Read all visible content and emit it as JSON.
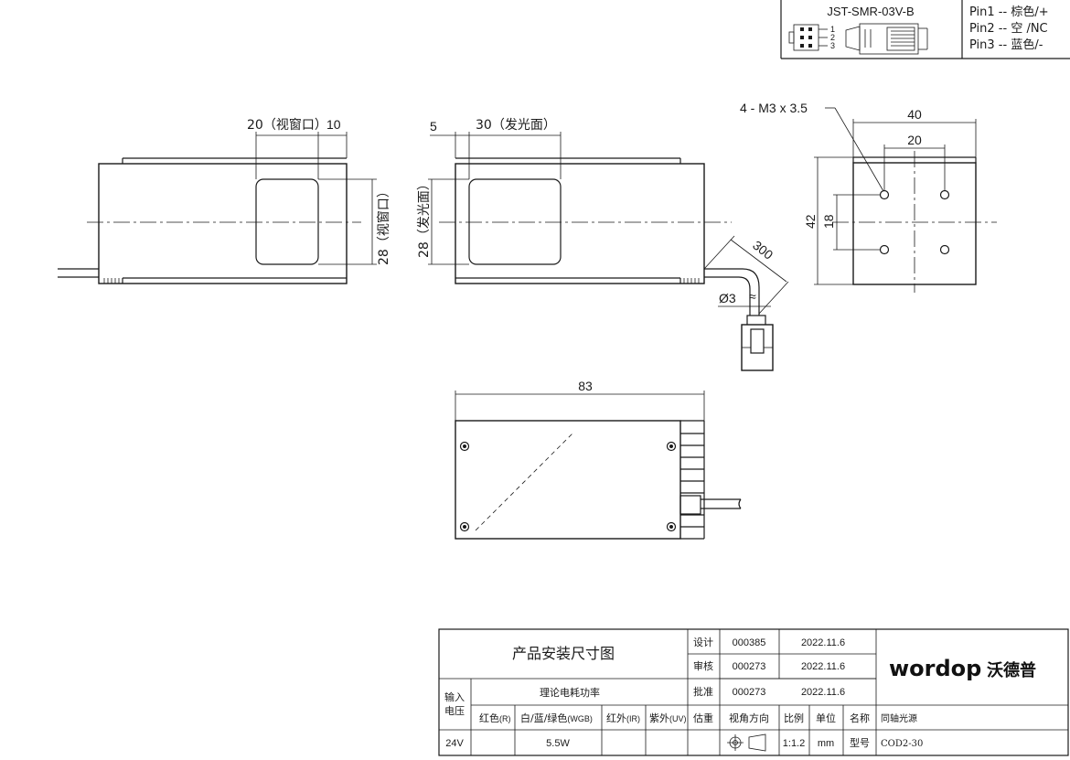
{
  "connector": {
    "part_number": "JST-SMR-03V-B",
    "pin_numbers": [
      "1",
      "2",
      "3"
    ],
    "pins": [
      "Pin1 -- 棕色/+",
      "Pin2 -- 空  /NC",
      "Pin3 -- 蓝色/-"
    ]
  },
  "front_view": {
    "dim_window": "20（视窗口）",
    "dim_offset": "10",
    "dim_height": "28（视窗口）"
  },
  "side_view": {
    "dim_offset": "5",
    "dim_emit": "30（发光面）",
    "dim_height": "28（发光面）",
    "dim_cable_length": "300",
    "dim_cable_diameter": "Ø3"
  },
  "end_view": {
    "screw_note": "4 -  M3 x 3.5",
    "dim_width": "40",
    "dim_hole_spacing_x": "20",
    "dim_height": "42",
    "dim_hole_spacing_y": "18"
  },
  "top_view": {
    "dim_length": "83"
  },
  "title_block": {
    "drawing_title": "产品安装尺寸图",
    "roles": [
      "设计",
      "审核",
      "批准"
    ],
    "codes": [
      "000385",
      "000273",
      "000273"
    ],
    "dates": [
      "2022.11.6",
      "2022.11.6",
      "2022.11.6"
    ],
    "input_voltage_label": [
      "输入",
      "电压"
    ],
    "power_header": "理论电耗功率",
    "color_columns": [
      "红色",
      "白/蓝/绿色",
      "红外",
      "紫外"
    ],
    "color_suffixes": [
      "(R)",
      "(WGB)",
      "(IR)",
      "(UV)"
    ],
    "col_estimate": "估重",
    "col_view_dir": "视角方向",
    "col_scale": "比例",
    "col_unit": "单位",
    "col_name": "名称",
    "name_value": "同轴光源",
    "voltage_value": "24V",
    "power_value": "5.5W",
    "scale_value": "1:1.2",
    "unit_value": "mm",
    "model_label": "型号",
    "model_value": "COD2-30",
    "logo_latin": "wordop",
    "logo_cn": "沃德普"
  }
}
